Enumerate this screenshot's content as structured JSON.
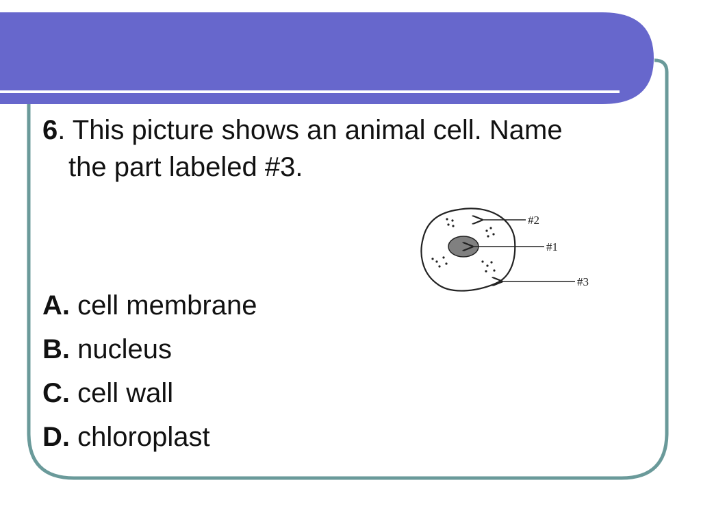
{
  "colors": {
    "header_band": "#6767cc",
    "frame_border": "#6a9a9a",
    "divider_line": "#ffffff",
    "text": "#111111"
  },
  "question": {
    "number": "6",
    "text_line1": ". This picture shows an animal cell. Name",
    "text_line2": "the part labeled #3."
  },
  "diagram": {
    "labels": {
      "part1": "#1",
      "part2": "#2",
      "part3": "#3"
    }
  },
  "answers": [
    {
      "letter": "A.",
      "text": "cell membrane"
    },
    {
      "letter": "B.",
      "text": "nucleus"
    },
    {
      "letter": "C.",
      "text": "cell wall"
    },
    {
      "letter": "D.",
      "text": "chloroplast"
    }
  ]
}
